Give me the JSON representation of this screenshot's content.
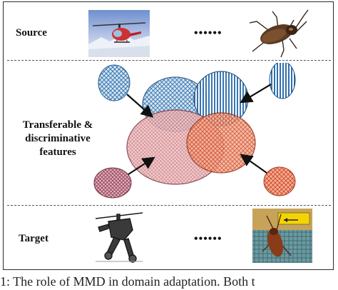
{
  "rows": {
    "source_label": "Source",
    "features_label": "Transferable &\ndiscriminative\nfeatures",
    "target_label": "Target",
    "source_dots": "••••••",
    "target_dots": "••••••"
  },
  "images": {
    "source_left": "helicopter-photo",
    "source_right": "cockroach-photo",
    "target_left": "helicopter-drawing",
    "target_right": "cockroach-photo-with-sign"
  },
  "caption": "1: The role of MMD in domain adaptation. Both t",
  "colors": {
    "source_blue": "#3a78b0",
    "source_blue_light": "#b9d4ea",
    "target_red": "#d8502e",
    "target_pink": "#e6a9aa",
    "target_maroon": "#9c4a5c"
  }
}
